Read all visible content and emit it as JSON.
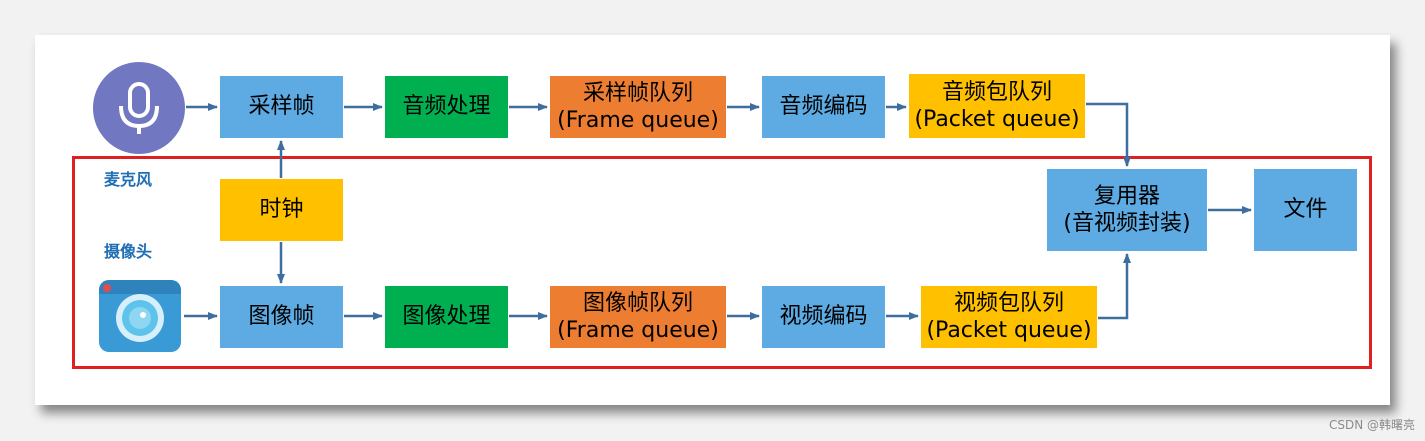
{
  "mic": {
    "label": "麦克风",
    "icon": "microphone-icon"
  },
  "camera": {
    "label": "摄像头",
    "icon": "camera-icon"
  },
  "audio_row": {
    "sample_frame": "采样帧",
    "audio_processing": "音频处理",
    "frame_queue_title": "采样帧队列",
    "frame_queue_sub": "(Frame queue)",
    "audio_encoding": "音频编码",
    "packet_queue_title": "音频包队列",
    "packet_queue_sub": "(Packet queue)"
  },
  "clock": "时钟",
  "video_row": {
    "image_frame": "图像帧",
    "image_processing": "图像处理",
    "frame_queue_title": "图像帧队列",
    "frame_queue_sub": "(Frame queue)",
    "video_encoding": "视频编码",
    "packet_queue_title": "视频包队列",
    "packet_queue_sub": "(Packet queue)"
  },
  "muxer": {
    "title": "复用器",
    "sub": "(音视频封装)"
  },
  "file": "文件",
  "watermark": "CSDN @韩曙亮",
  "colors": {
    "blue": "#5dabe2",
    "green": "#00b050",
    "orange": "#ed7d31",
    "yellow": "#ffc000",
    "arrow": "#3d6e9e",
    "highlight": "#e02020"
  }
}
